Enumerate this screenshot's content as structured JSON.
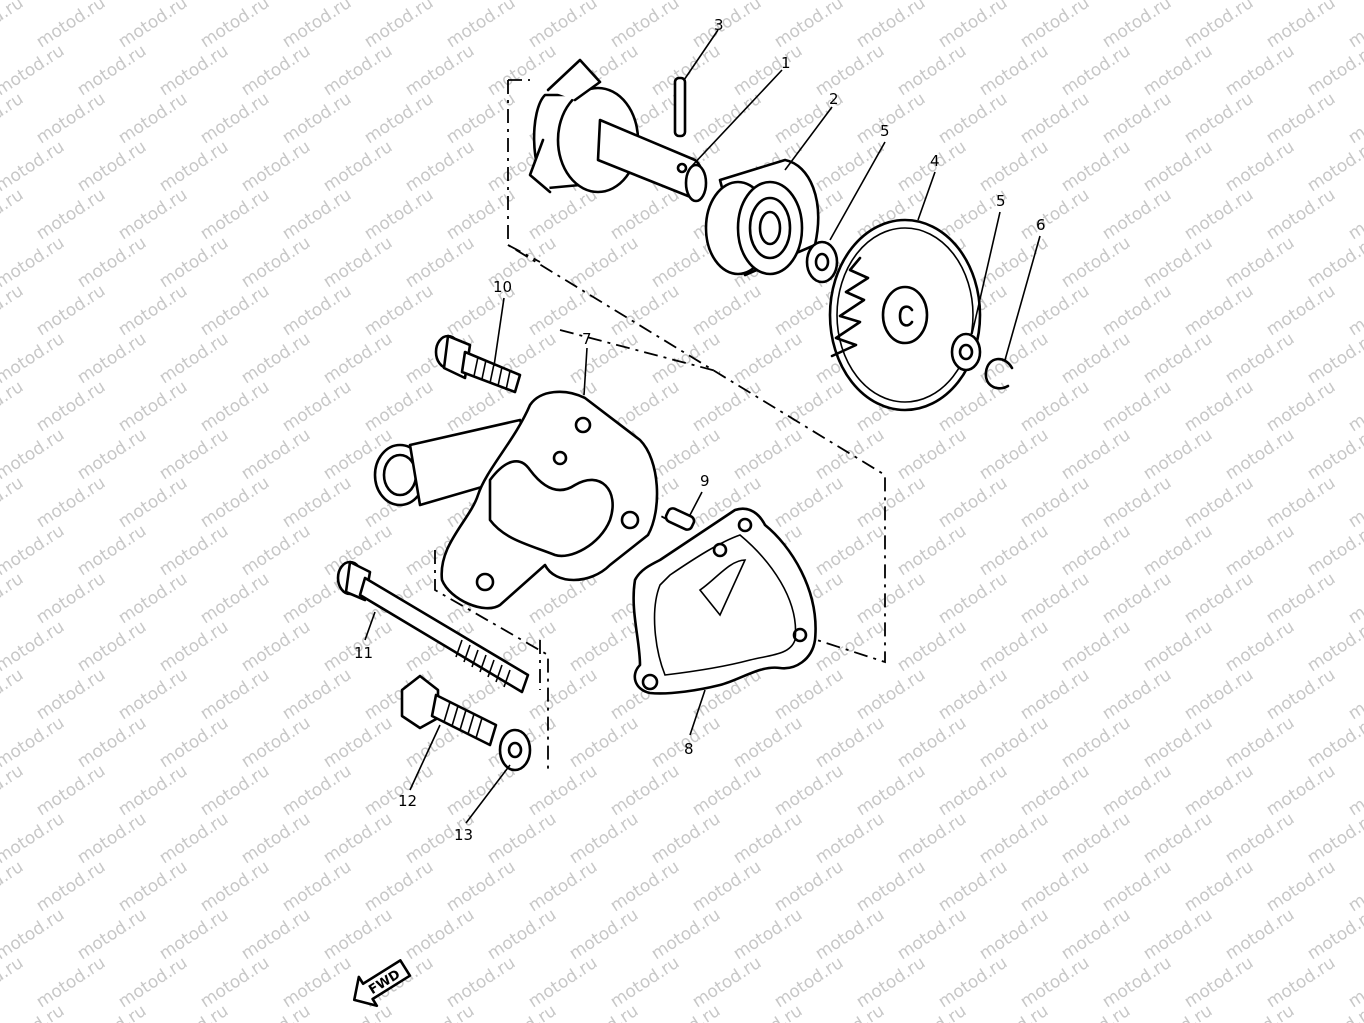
{
  "watermark": {
    "text": "motod.ru"
  },
  "callouts": [
    {
      "id": "1",
      "label": "1"
    },
    {
      "id": "2",
      "label": "2"
    },
    {
      "id": "3",
      "label": "3"
    },
    {
      "id": "4",
      "label": "4"
    },
    {
      "id": "5a",
      "label": "5"
    },
    {
      "id": "5b",
      "label": "5"
    },
    {
      "id": "6",
      "label": "6"
    },
    {
      "id": "7",
      "label": "7"
    },
    {
      "id": "8",
      "label": "8"
    },
    {
      "id": "9",
      "label": "9"
    },
    {
      "id": "10",
      "label": "10"
    },
    {
      "id": "11",
      "label": "11"
    },
    {
      "id": "12",
      "label": "12"
    },
    {
      "id": "13",
      "label": "13"
    }
  ],
  "direction_badge": {
    "label": "FWD"
  }
}
